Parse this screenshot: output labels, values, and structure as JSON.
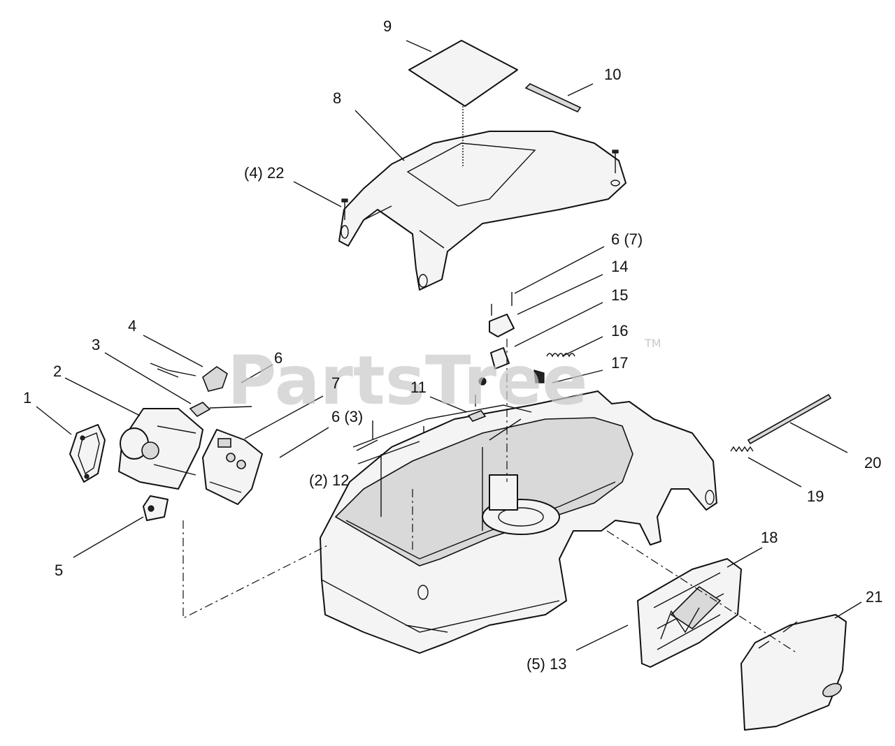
{
  "watermark": {
    "text": "PartsTree",
    "trademark": "TM",
    "color": "#c9c9c9"
  },
  "callouts": {
    "c1": "1",
    "c2": "2",
    "c3": "3",
    "c4": "4",
    "c5": "5",
    "c6": "6",
    "c6_3": "6 (3)",
    "c6_7": "6 (7)",
    "c7": "7",
    "c8": "8",
    "c9": "9",
    "c10": "10",
    "c11": "11",
    "c12": "(2) 12",
    "c13": "(5) 13",
    "c14": "14",
    "c15": "15",
    "c16": "16",
    "c17": "17",
    "c18": "18",
    "c19": "19",
    "c20": "20",
    "c21": "21",
    "c22": "(4) 22"
  },
  "parts": {
    "p1": "gasket-icon",
    "p2": "dash-panel-icon",
    "p3": "switch-icon",
    "p4": "key-switch-icon",
    "p5": "toggle-switch-icon",
    "p7": "control-panel-icon",
    "p8": "hood-cover-icon",
    "p9": "decal-icon",
    "p10": "strip-icon",
    "p11": "bracket-icon",
    "p14": "bracket-icon",
    "p15": "block-icon",
    "p16": "spring-icon",
    "p17": "knob-icon",
    "p18": "dump-chute-icon",
    "p19": "spring-icon",
    "p20": "rod-icon",
    "p21": "chute-cover-icon",
    "body": "body-housing-icon"
  }
}
